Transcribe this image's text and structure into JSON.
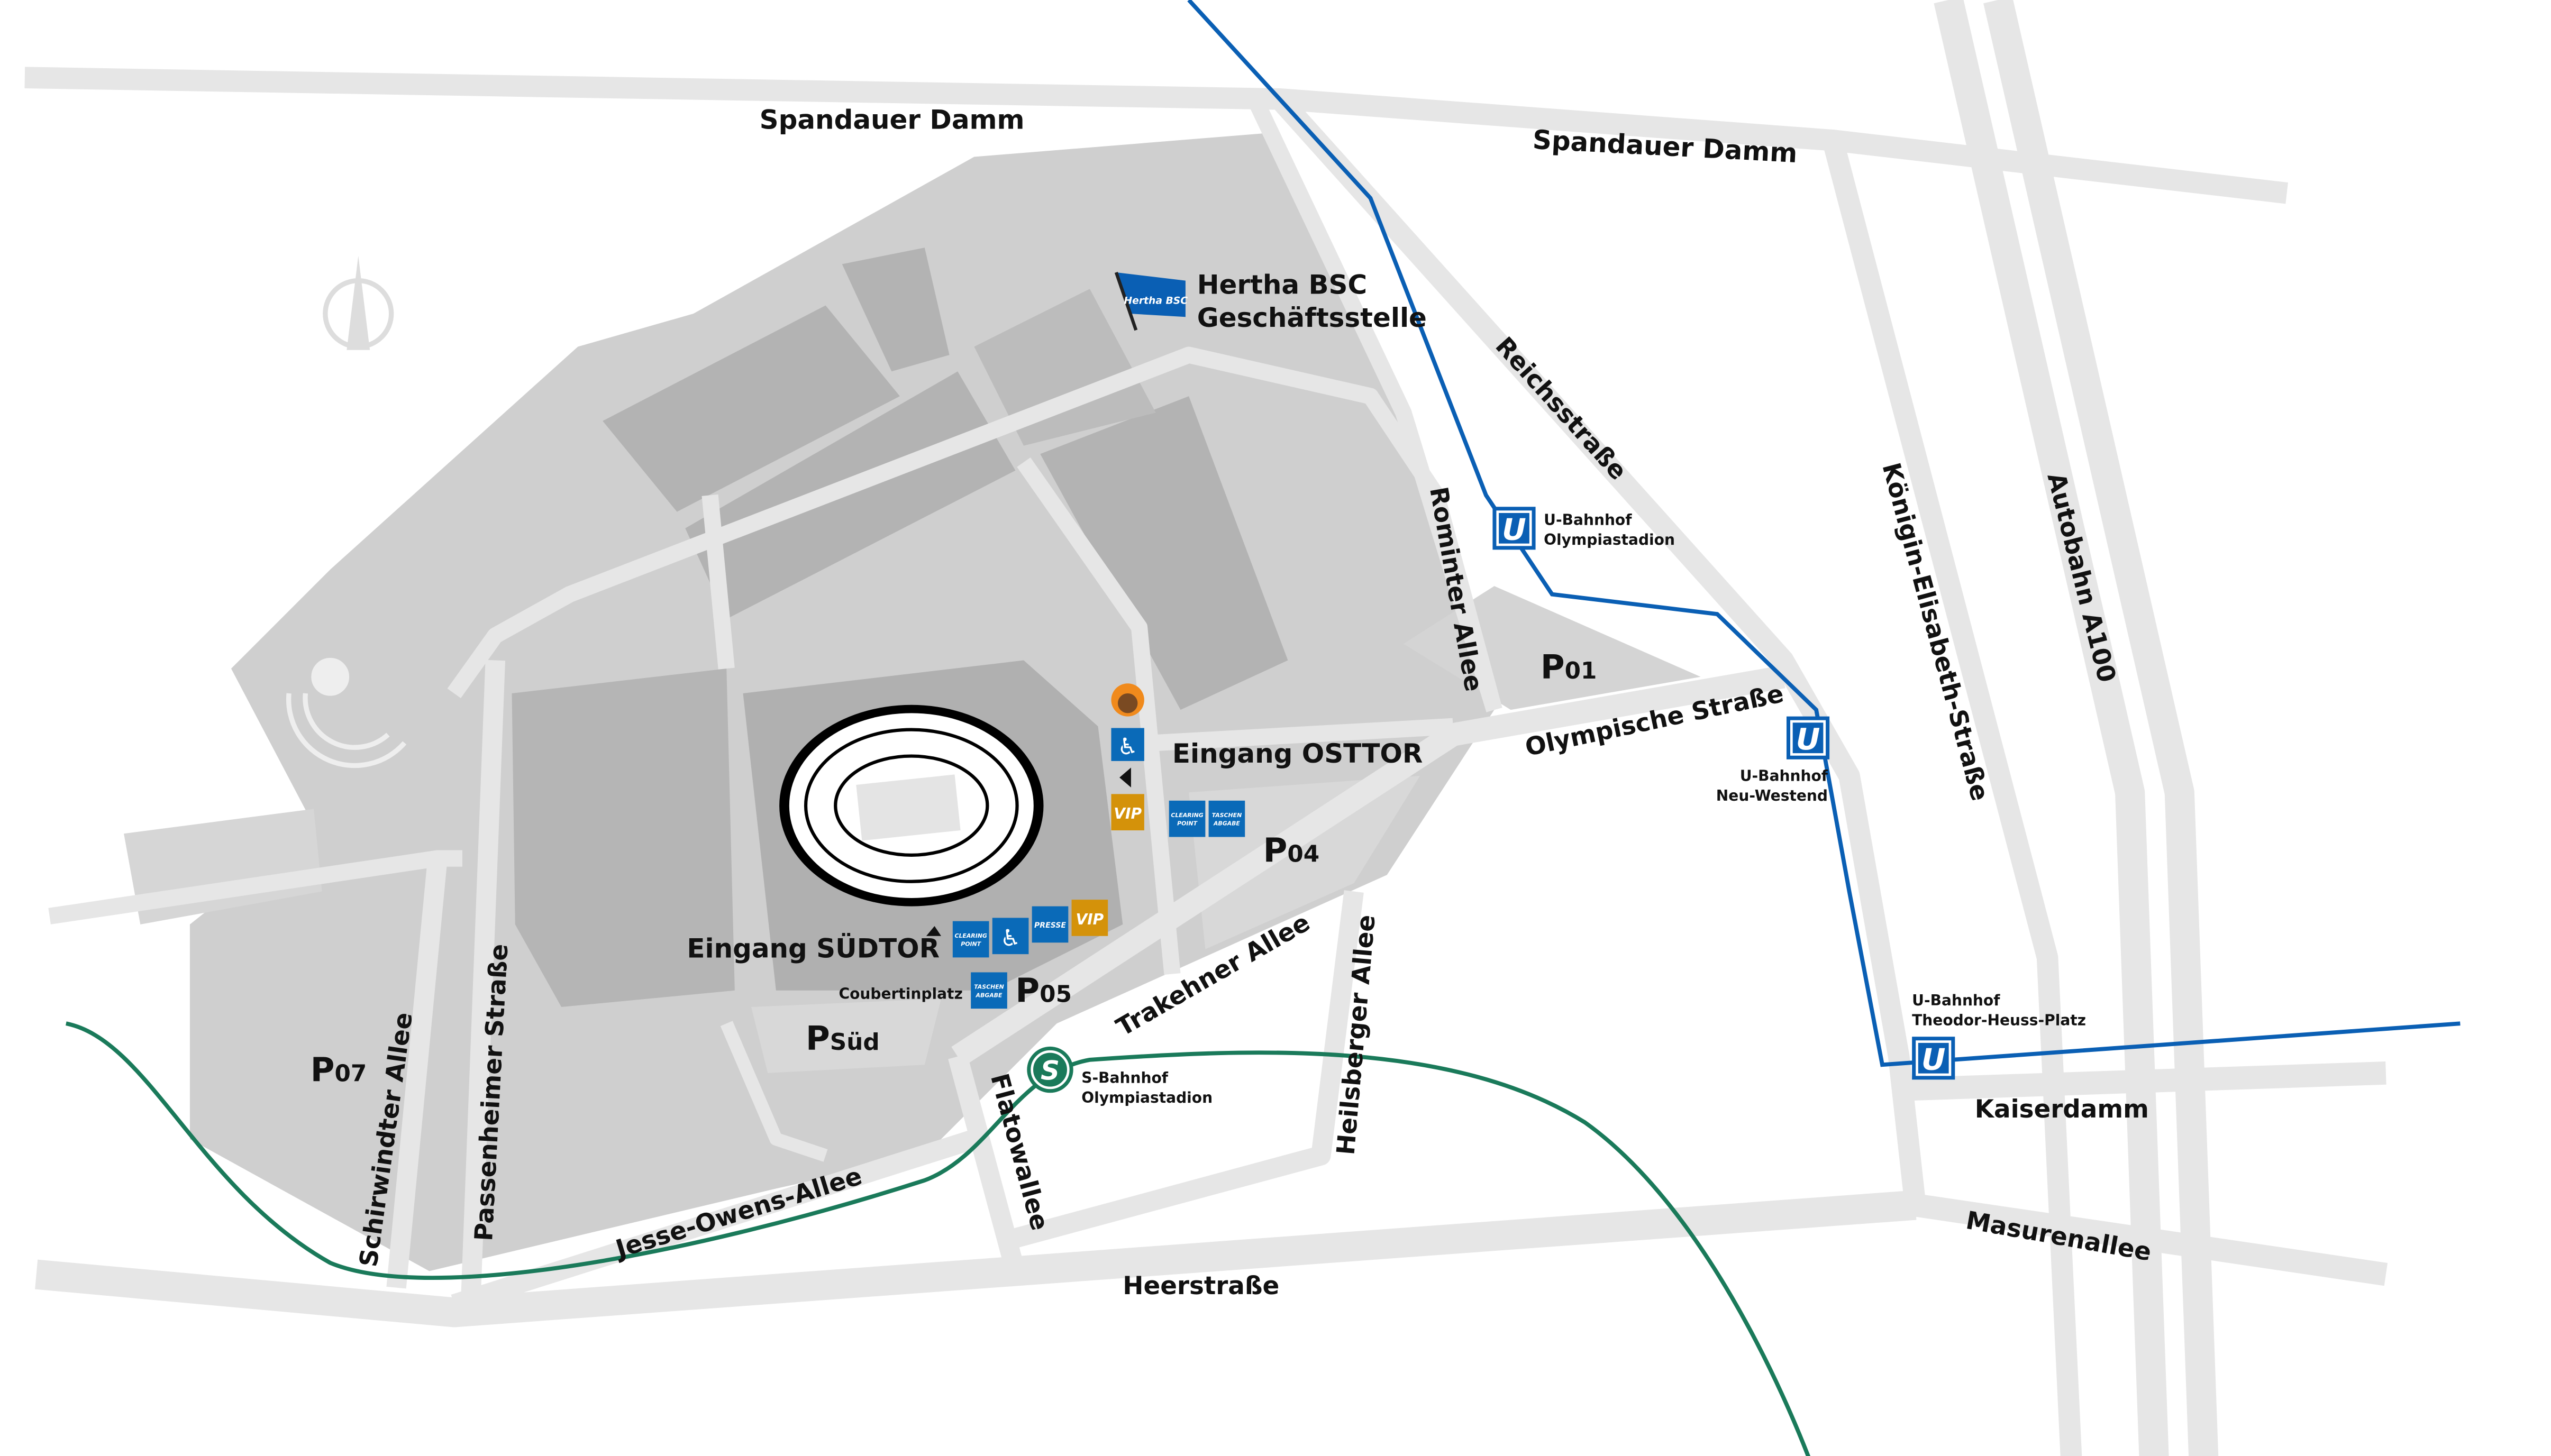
{
  "colors": {
    "road": "#e6e6e6",
    "park": "#c8c8c8",
    "building": "#b0b0b0",
    "ubahn": "#0a5fb4",
    "sbahn": "#1a7a5a",
    "badge_blue": "#0a6ab8",
    "badge_vip": "#d4920a"
  },
  "streets": {
    "spandauer_damm_w": "Spandauer Damm",
    "spandauer_damm_e": "Spandauer Damm",
    "reichsstrasse": "Reichsstraße",
    "koenigin": "Königin-Elisabeth-Straße",
    "autobahn": "Autobahn A100",
    "rominter": "Rominter Allee",
    "olympische": "Olympische Straße",
    "trakehner": "Trakehner Allee",
    "heilsberger": "Heilsberger Allee",
    "flatowallee": "Flatowallee",
    "jesse_owens": "Jesse-Owens-Allee",
    "heerstrasse": "Heerstraße",
    "schirwindter": "Schirwindter Allee",
    "passenheimer": "Passenheimer Straße",
    "kaiserdamm": "Kaiserdamm",
    "masurenallee": "Masurenallee",
    "coubertinplatz": "Coubertinplatz"
  },
  "places": {
    "hertha_line1": "Hertha BSC",
    "hertha_line2": "Geschäftsstelle",
    "hertha_flag": "Hertha BSC",
    "eingang_osttor": "Eingang OSTTOR",
    "eingang_suedtor": "Eingang SÜDTOR"
  },
  "parking": [
    {
      "p": "P",
      "num": "01"
    },
    {
      "p": "P",
      "num": "04"
    },
    {
      "p": "P",
      "num": "05"
    },
    {
      "p": "P",
      "num": "Süd"
    },
    {
      "p": "P",
      "num": "07"
    }
  ],
  "stations": {
    "u_symbol": "U",
    "s_symbol": "S",
    "u_olympiastadion": [
      "U-Bahnhof",
      "Olympiastadion"
    ],
    "u_neu_westend": [
      "U-Bahnhof",
      "Neu-Westend"
    ],
    "u_theodor": [
      "U-Bahnhof",
      "Theodor-Heuss-Platz"
    ],
    "s_olympiastadion": [
      "S-Bahnhof",
      "Olympiastadion"
    ]
  },
  "badges": {
    "clearing": [
      "CLEARING",
      "POINT"
    ],
    "taschen": [
      "TASCHEN",
      "ABGABE"
    ],
    "presse": "PRESSE",
    "vip": "VIP"
  }
}
